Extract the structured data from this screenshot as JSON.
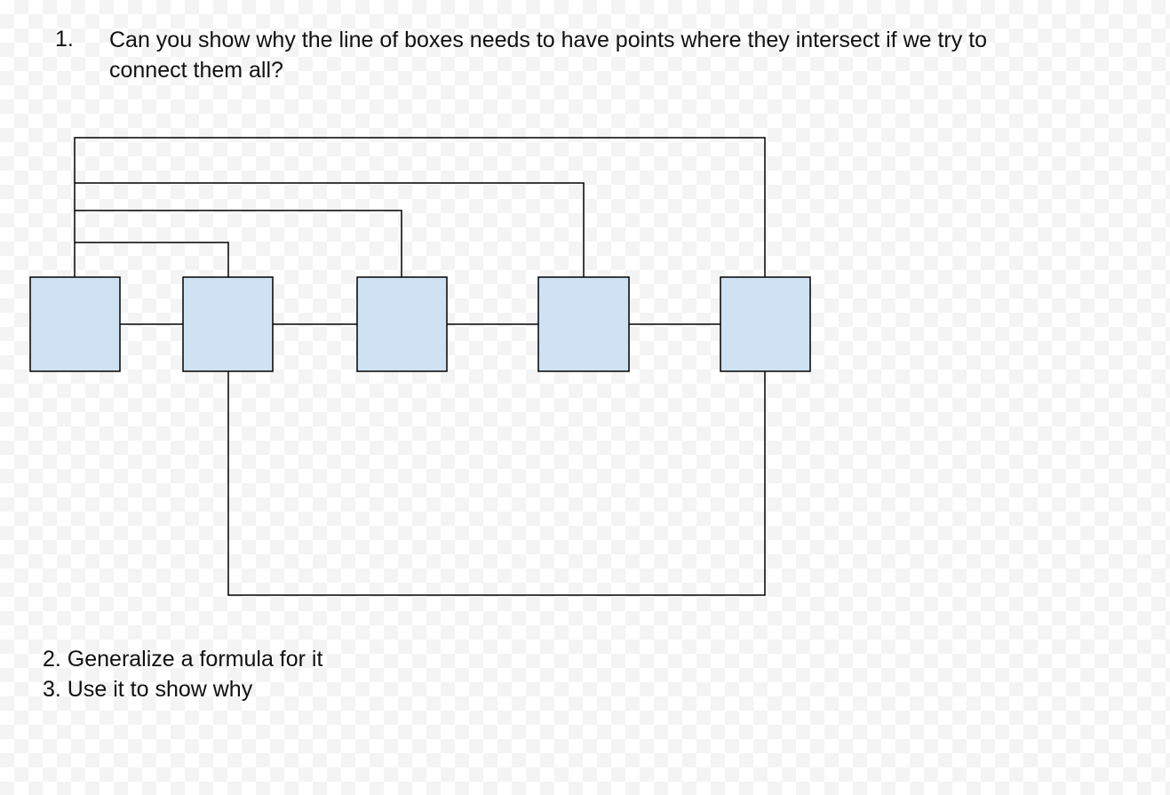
{
  "question_1": {
    "number": "1.",
    "text": "Can you show why the line of boxes needs to have points where they intersect if we try to connect them all?"
  },
  "diagram": {
    "box_count": 5,
    "box_fill": "#cfe2f3",
    "stroke": "#000000"
  },
  "followups": [
    "2. Generalize a formula for it",
    "3. Use it to show why"
  ]
}
